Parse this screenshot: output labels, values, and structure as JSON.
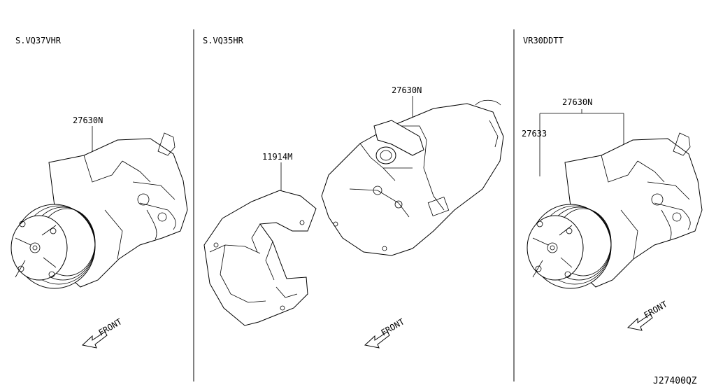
{
  "panels": [
    {
      "engine": "S.VQ37VHR",
      "parts": [
        "27630N"
      ],
      "front_label": "FRONT"
    },
    {
      "engine": "S.VQ35HR",
      "parts": [
        "27630N",
        "11914M"
      ],
      "front_label": "FRONT"
    },
    {
      "engine": "VR30DDTT",
      "parts": [
        "27630N",
        "27633"
      ],
      "front_label": "FRONT"
    }
  ],
  "diagram_code": "J27400QZ"
}
